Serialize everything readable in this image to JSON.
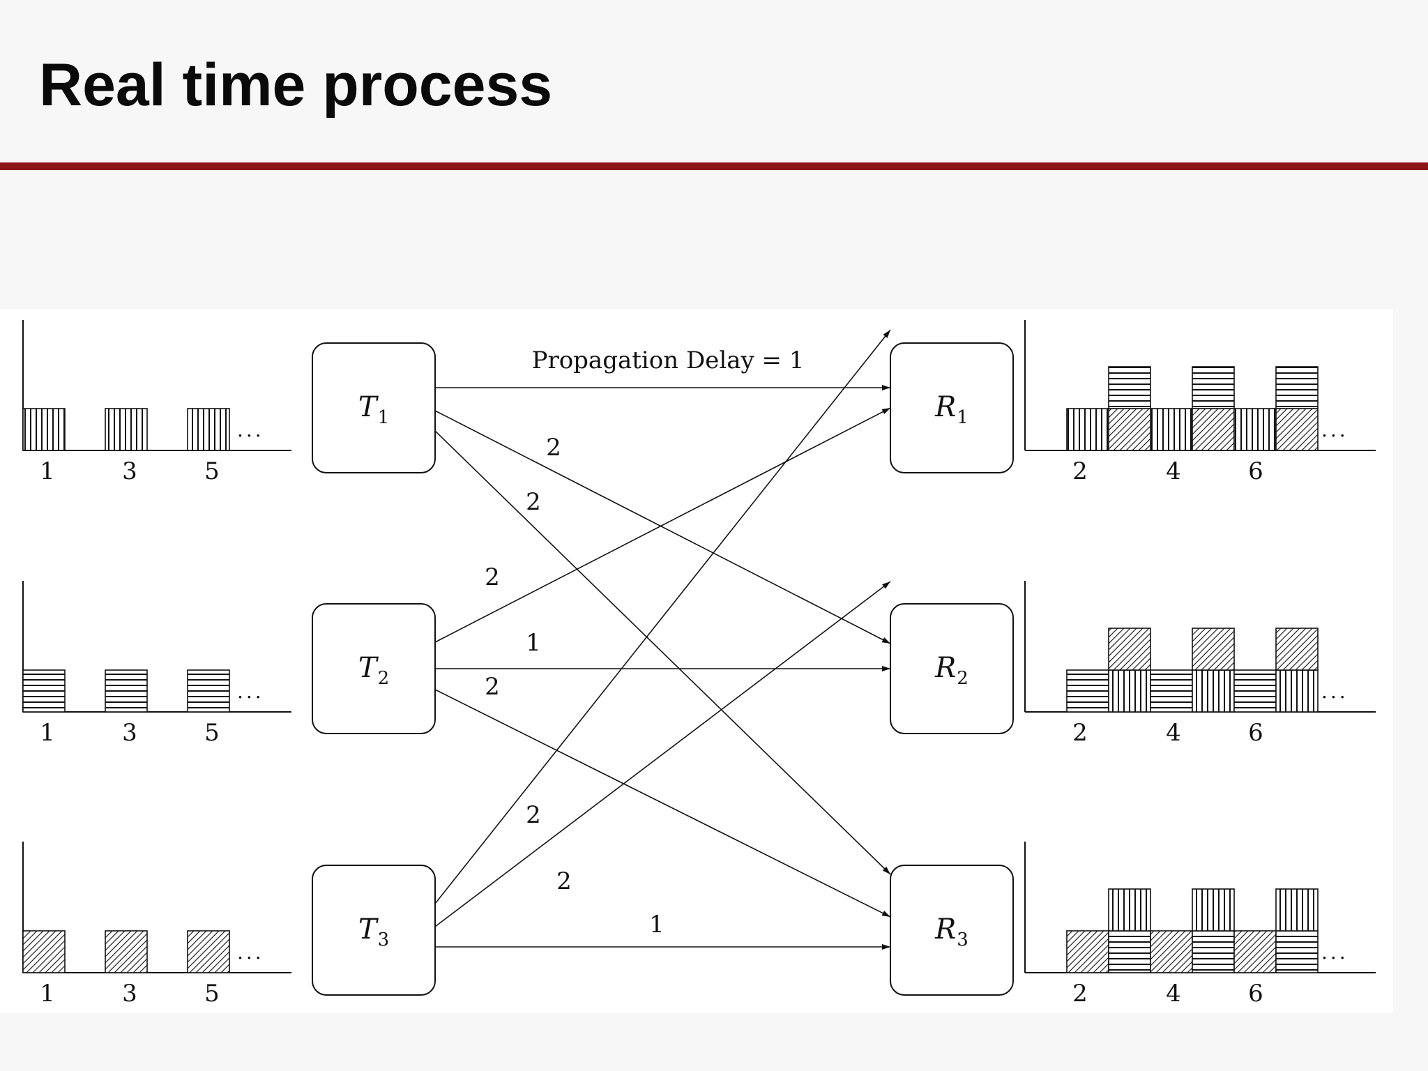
{
  "slide": {
    "title": "Real time process"
  },
  "diagram": {
    "transmitters": [
      {
        "letter": "T",
        "sub": "1"
      },
      {
        "letter": "T",
        "sub": "2"
      },
      {
        "letter": "T",
        "sub": "3"
      }
    ],
    "receivers": [
      {
        "letter": "R",
        "sub": "1"
      },
      {
        "letter": "R",
        "sub": "2"
      },
      {
        "letter": "R",
        "sub": "3"
      }
    ],
    "edges": [
      {
        "from": 1,
        "to": 1,
        "label": "Propagation Delay = 1"
      },
      {
        "from": 1,
        "to": 2,
        "label": "2"
      },
      {
        "from": 1,
        "to": 3,
        "label": "2"
      },
      {
        "from": 2,
        "to": 1,
        "label": "2"
      },
      {
        "from": 2,
        "to": 2,
        "label": "1"
      },
      {
        "from": 2,
        "to": 3,
        "label": "2"
      },
      {
        "from": 3,
        "to": 1,
        "label": "2"
      },
      {
        "from": 3,
        "to": 2,
        "label": "2"
      },
      {
        "from": 3,
        "to": 3,
        "label": "1"
      }
    ],
    "input_timelines": [
      {
        "pattern": "vertical",
        "ticks": [
          "1",
          "3",
          "5"
        ],
        "ellipsis": "..."
      },
      {
        "pattern": "horizontal",
        "ticks": [
          "1",
          "3",
          "5"
        ],
        "ellipsis": "..."
      },
      {
        "pattern": "diagonal",
        "ticks": [
          "1",
          "3",
          "5"
        ],
        "ellipsis": "..."
      }
    ],
    "output_timelines": [
      {
        "bottom_pattern": "vertical",
        "alt_bottom_pattern": "diagonal",
        "top_pattern": "horizontal",
        "ticks": [
          "2",
          "4",
          "6"
        ],
        "ellipsis": "..."
      },
      {
        "bottom_pattern": "horizontal",
        "alt_bottom_pattern": "vertical",
        "top_pattern": "diagonal",
        "ticks": [
          "2",
          "4",
          "6"
        ],
        "ellipsis": "..."
      },
      {
        "bottom_pattern": "diagonal",
        "alt_bottom_pattern": "horizontal",
        "top_pattern": "vertical",
        "ticks": [
          "2",
          "4",
          "6"
        ],
        "ellipsis": "..."
      }
    ]
  }
}
